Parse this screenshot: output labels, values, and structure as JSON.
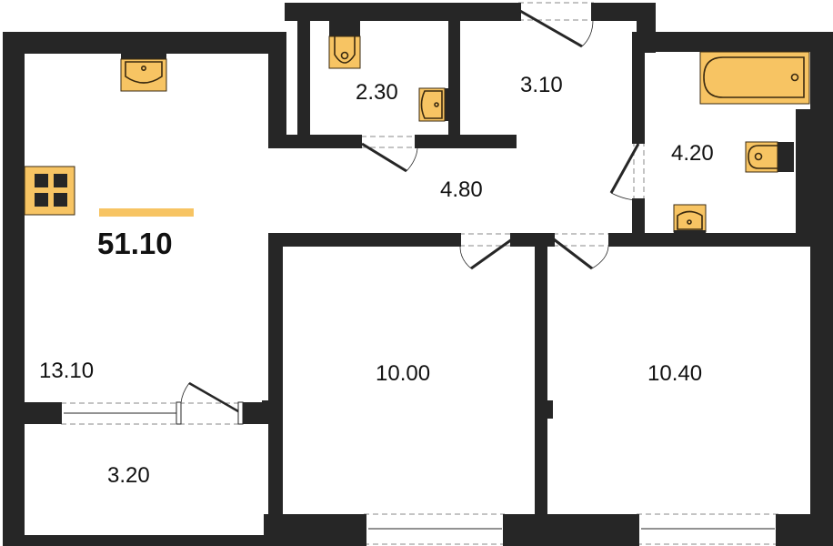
{
  "plan": {
    "total_area": "51.10",
    "accent_color": "#f7c463",
    "wall_color": "#262626",
    "rooms": [
      {
        "id": "kitchen-living",
        "area": "13.10"
      },
      {
        "id": "toilet",
        "area": "2.30"
      },
      {
        "id": "hall-entry",
        "area": "3.10"
      },
      {
        "id": "bathroom",
        "area": "4.20"
      },
      {
        "id": "corridor",
        "area": "4.80"
      },
      {
        "id": "bedroom-1",
        "area": "10.00"
      },
      {
        "id": "bedroom-2",
        "area": "10.40"
      },
      {
        "id": "balcony",
        "area": "3.20"
      }
    ],
    "icons": [
      "kitchen-sink-icon",
      "stove-icon",
      "toilet-icon",
      "wash-basin-icon",
      "bathtub-icon",
      "door-icon",
      "window-icon"
    ]
  }
}
